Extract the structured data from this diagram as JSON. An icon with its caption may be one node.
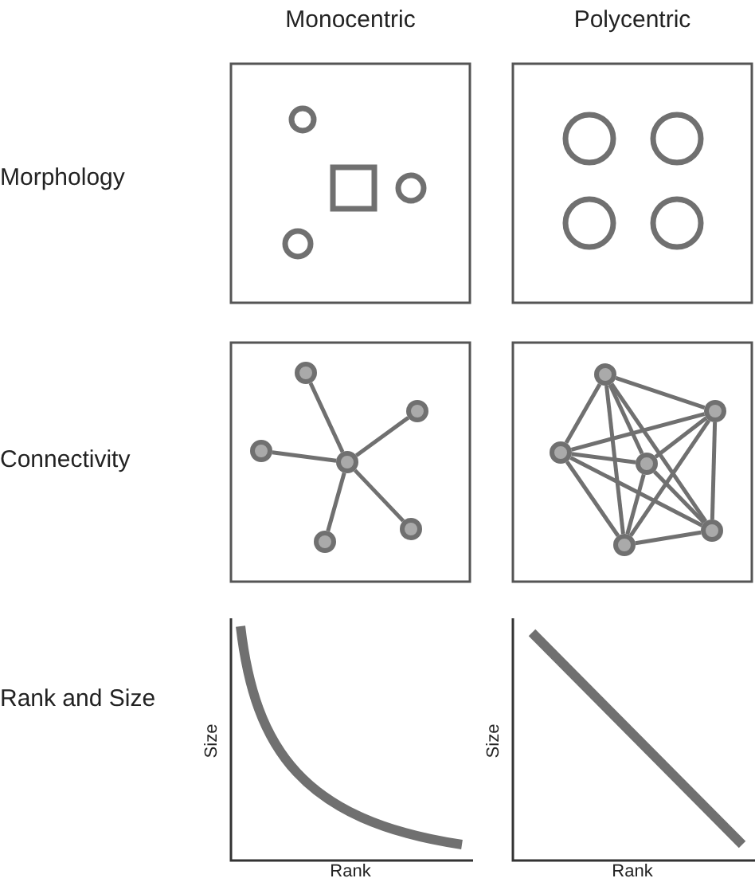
{
  "diagram": {
    "nodes": [
      {
        "text": [],
        "shape": "circle"
      },
      {
        "text": [],
        "shape": "circle"
      },
      {
        "text": [],
        "shape": "circle"
      },
      {
        "text": [],
        "shape": "circle"
      },
      {
        "text": [],
        "shape": "circle"
      },
      {
        "text": [],
        "shape": "circle"
      },
      {
        "text": [],
        "shape": "circle"
      },
      {
        "text": [],
        "shape": "circle"
      },
      {
        "text": [],
        "shape": "circle"
      },
      {
        "text": [],
        "shape": "circle"
      },
      {
        "text": [],
        "shape": "circle"
      },
      {
        "text": [],
        "shape": "circle"
      }
    ],
    "edges": [
      {
        "from": 3,
        "to": 0,
        "arrow": "none"
      },
      {
        "from": 3,
        "to": 1,
        "arrow": "none"
      },
      {
        "from": 3,
        "to": 2,
        "arrow": "none"
      },
      {
        "from": 3,
        "to": 4,
        "arrow": "none"
      },
      {
        "from": 3,
        "to": 5,
        "arrow": "none"
      },
      {
        "from": 6,
        "to": 7,
        "arrow": "none"
      },
      {
        "from": 6,
        "to": 8,
        "arrow": "none"
      },
      {
        "from": 6,
        "to": 9,
        "arrow": "none"
      },
      {
        "from": 6,
        "to": 10,
        "arrow": "none"
      },
      {
        "from": 6,
        "to": 11,
        "arrow": "none"
      },
      {
        "from": 7,
        "to": 8,
        "arrow": "none"
      },
      {
        "from": 7,
        "to": 9,
        "arrow": "none"
      },
      {
        "from": 7,
        "to": 10,
        "arrow": "none"
      },
      {
        "from": 7,
        "to": 11,
        "arrow": "none"
      },
      {
        "from": 8,
        "to": 9,
        "arrow": "none"
      },
      {
        "from": 8,
        "to": 10,
        "arrow": "none"
      },
      {
        "from": 8,
        "to": 11,
        "arrow": "none"
      },
      {
        "from": 9,
        "to": 10,
        "arrow": "none"
      },
      {
        "from": 9,
        "to": 11,
        "arrow": "none"
      },
      {
        "from": 10,
        "to": 11,
        "arrow": "none"
      }
    ],
    "labels": [
      "Monocentric",
      "Polycentric",
      "Morphology",
      "Connectivity",
      "Rank and Size",
      "Size",
      "Rank",
      "Size",
      "Rank"
    ]
  }
}
